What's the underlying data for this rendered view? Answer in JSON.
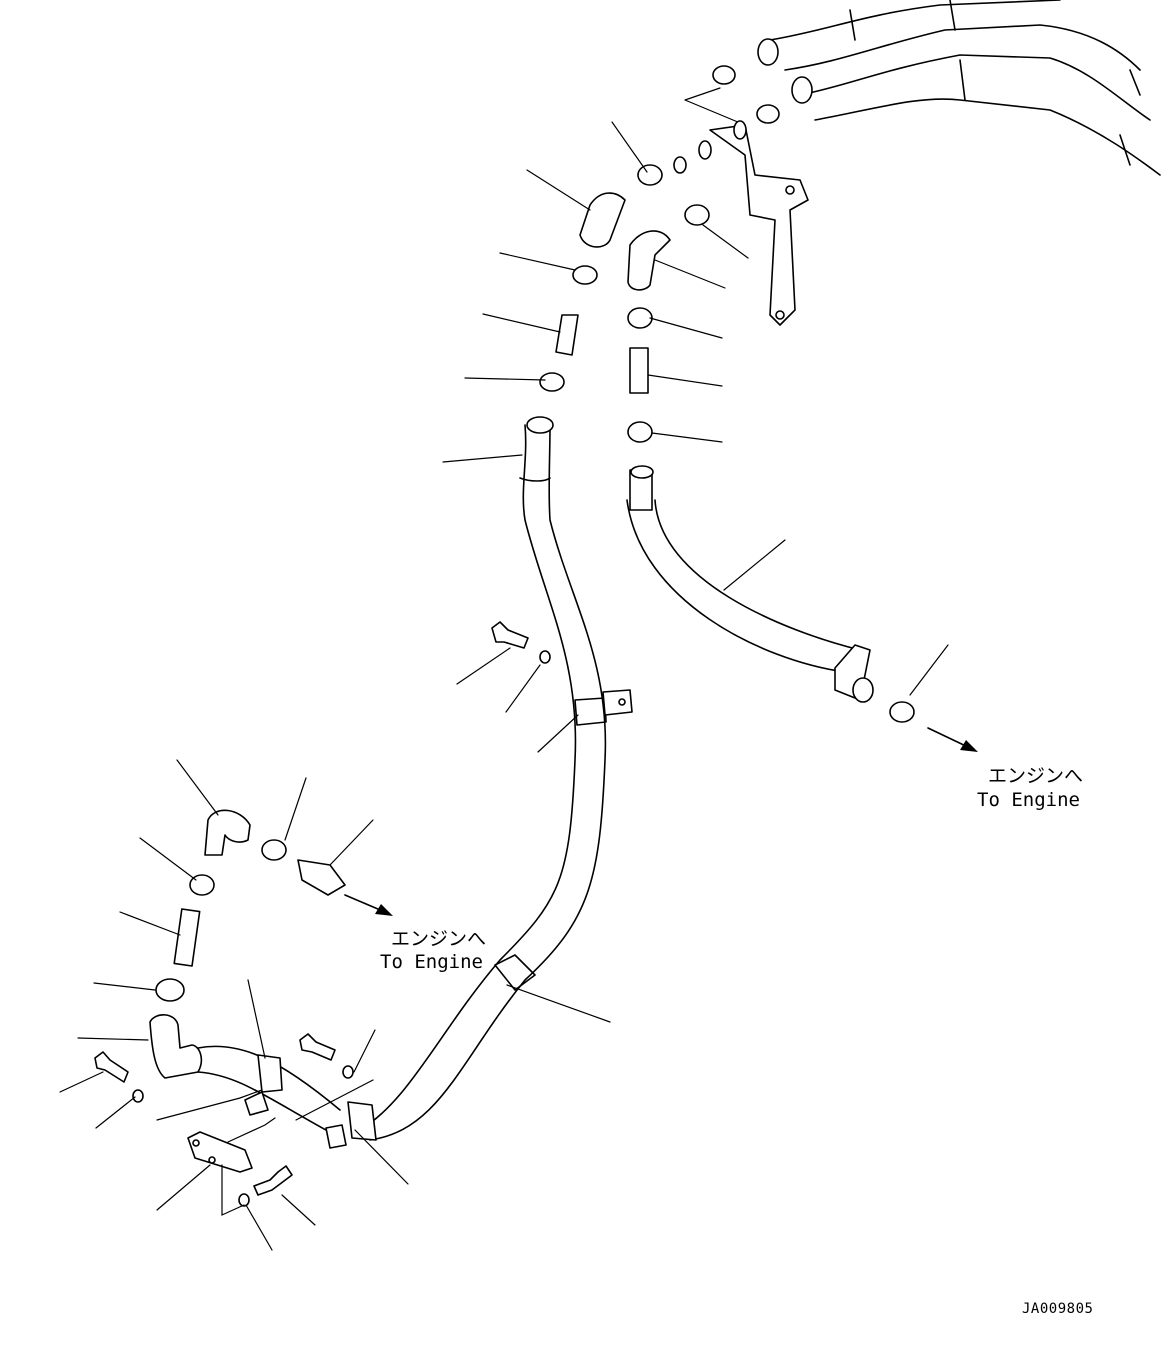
{
  "labels": {
    "engine_right_jp": "エンジンへ",
    "engine_right_en": "To Engine",
    "engine_left_jp": "エンジンへ",
    "engine_left_en": "To Engine"
  },
  "drawing_code": "JA009805"
}
